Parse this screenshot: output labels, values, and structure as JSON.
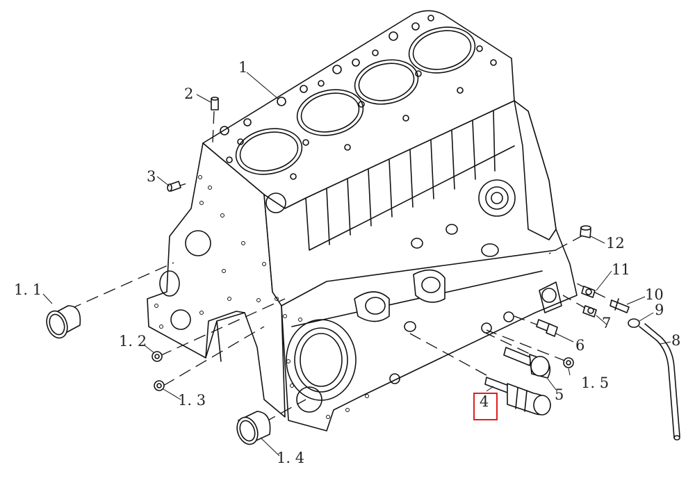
{
  "callouts": {
    "p1": "1",
    "p2": "2",
    "p3": "3",
    "p4": "4",
    "p5": "5",
    "p6": "6",
    "p7": "7",
    "p8": "8",
    "p9": "9",
    "p10": "10",
    "p11": "11",
    "p12": "12",
    "p1_1": "1. 1",
    "p1_2": "1. 2",
    "p1_3": "1. 3",
    "p1_4": "1. 4",
    "p1_5": "1. 5"
  },
  "highlight": {
    "callout": "4",
    "color": "#e01e1e"
  }
}
